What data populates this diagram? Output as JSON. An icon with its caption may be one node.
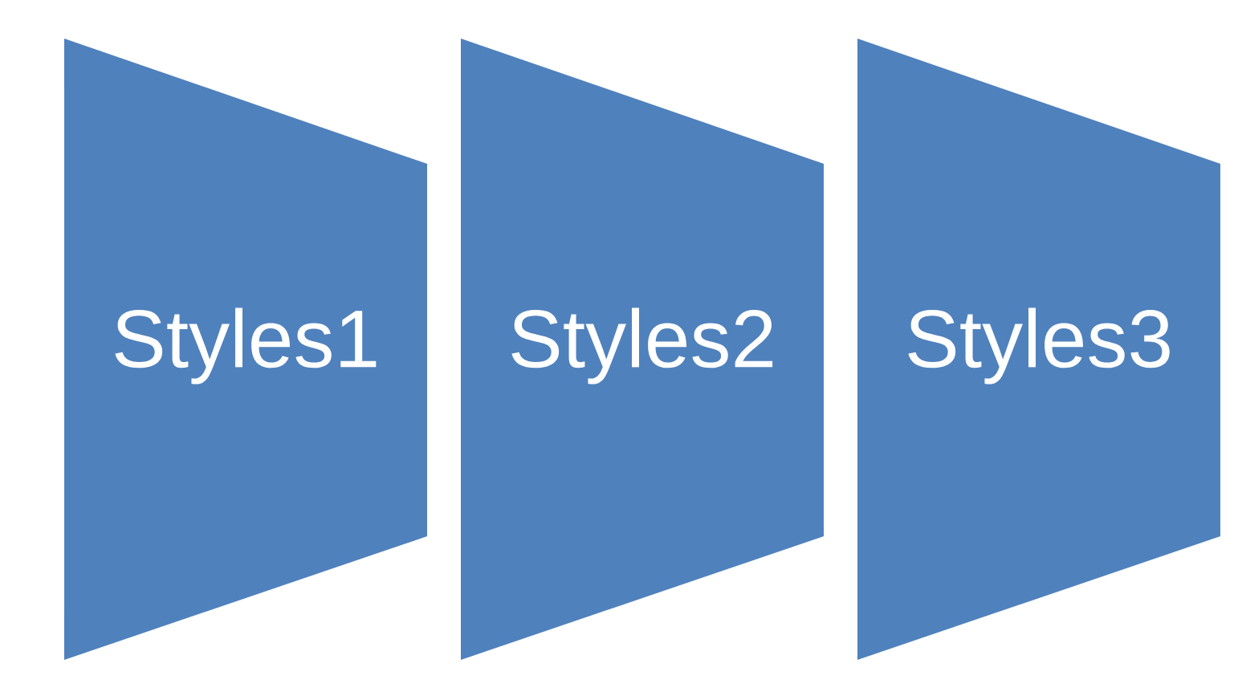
{
  "diagram": {
    "nodes": [
      {
        "text": [
          "Styles1"
        ]
      },
      {
        "text": [
          "Styles2"
        ]
      },
      {
        "text": [
          "Styles3"
        ]
      }
    ]
  }
}
